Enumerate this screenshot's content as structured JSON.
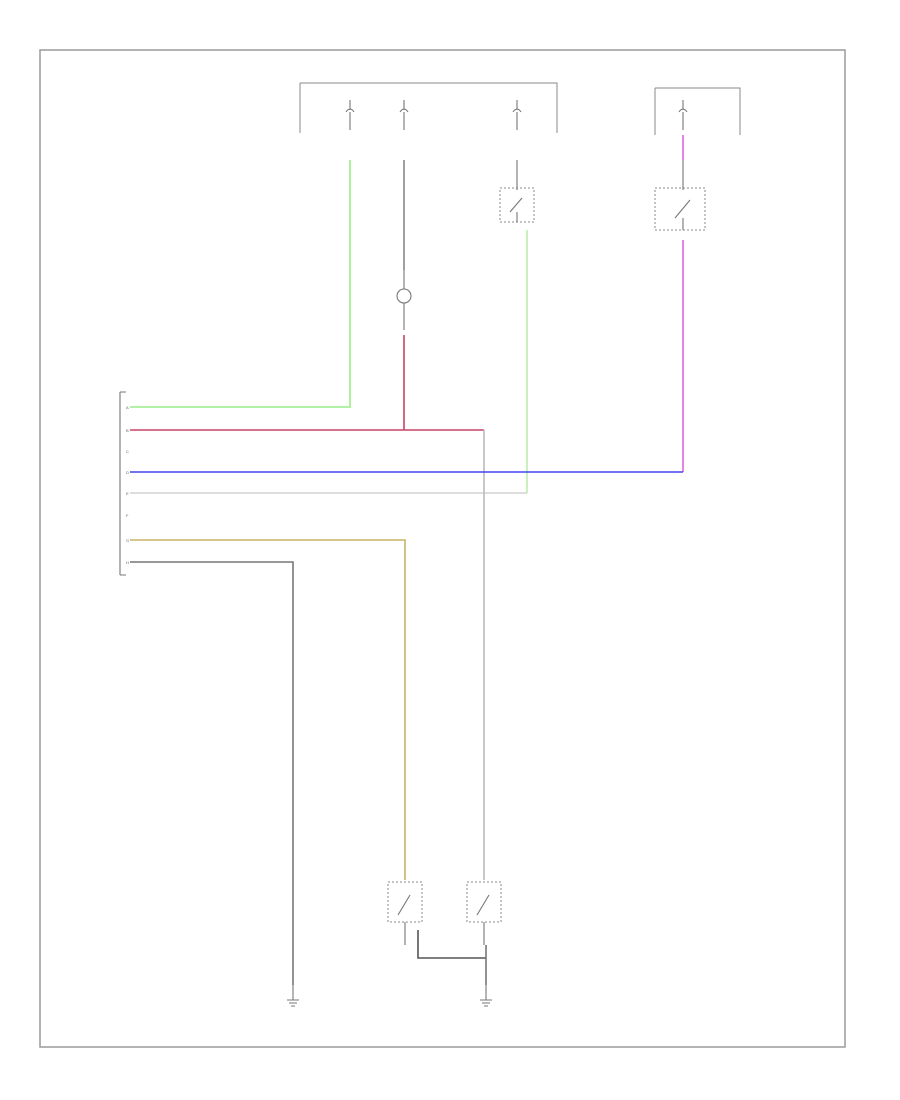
{
  "diagram": {
    "footer_code": "",
    "connector_pins": [
      "A",
      "B",
      "C",
      "D",
      "E",
      "F",
      "G",
      "H"
    ],
    "controller_label": "",
    "colors": {
      "frame": "#9a9a9a",
      "green": "#99ee88",
      "red": "#cc4466",
      "blue": "#4444ee",
      "violet": "#dd66dd",
      "yellow": "#c8b466",
      "gray": "#777777",
      "white": "#bbbbbb"
    }
  }
}
